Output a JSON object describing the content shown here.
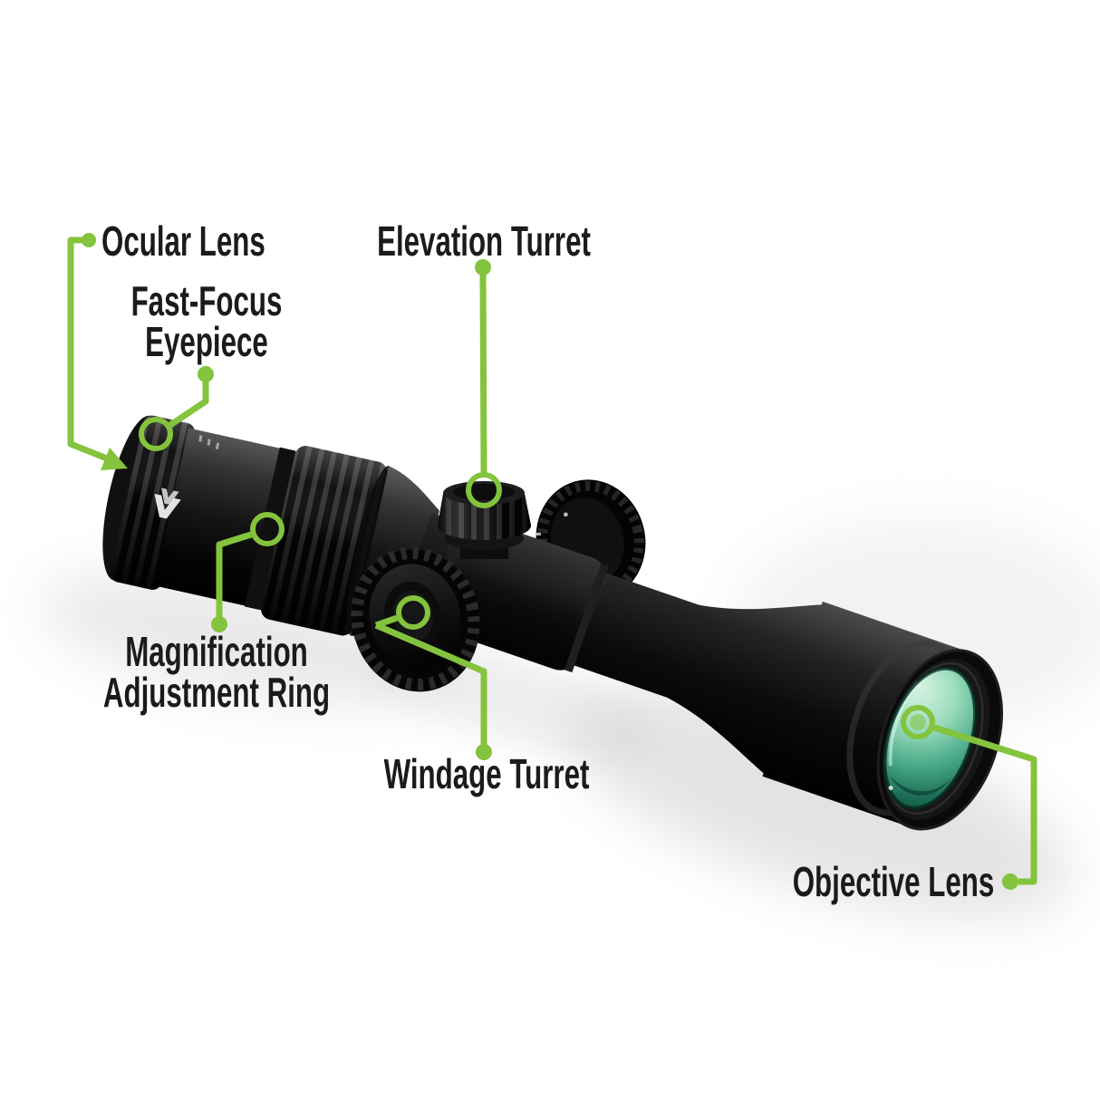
{
  "diagram": {
    "subject": "riflescope-parts-diagram"
  },
  "labels": {
    "ocular_lens": "Ocular Lens",
    "fast_focus_line1": "Fast-Focus",
    "fast_focus_line2": "Eyepiece",
    "elevation_turret": "Elevation Turret",
    "magnification_line1": "Magnification",
    "magnification_line2": "Adjustment Ring",
    "windage_turret": "Windage Turret",
    "objective_lens": "Objective Lens"
  },
  "icons": {
    "brand_logo": "vortex-v-logo"
  },
  "colors": {
    "accent": "#84c33d",
    "label_text": "#1b1b1b",
    "background": "#ffffff",
    "lens_green": "#3da585"
  }
}
